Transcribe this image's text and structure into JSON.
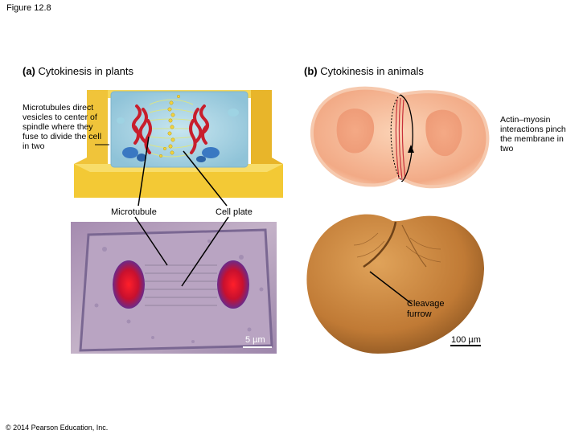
{
  "figure_label": "Figure 12.8",
  "panel_a": {
    "letter": "(a)",
    "title": "Cytokinesis in plants",
    "note": "Microtubules direct vesicles to center of spindle where they fuse to divide the cell in two",
    "label_microtubule": "Microtubule",
    "label_cell_plate": "Cell plate",
    "scale_bar": "5 µm"
  },
  "panel_b": {
    "letter": "(b)",
    "title": "Cytokinesis in animals",
    "note": "Actin–myosin interactions pinch the membrane in two",
    "label_cleavage_furrow": "Cleavage furrow",
    "scale_bar": "100 µm"
  },
  "copyright": "© 2014 Pearson Education, Inc.",
  "colors": {
    "cell_wall": "#f3c935",
    "cell_interior": "#a8d4e6",
    "chromosome": "#d8202e",
    "animal_cell": "#f4b590",
    "egg": "#c9813a",
    "micrograph": "#b7a1bd"
  }
}
